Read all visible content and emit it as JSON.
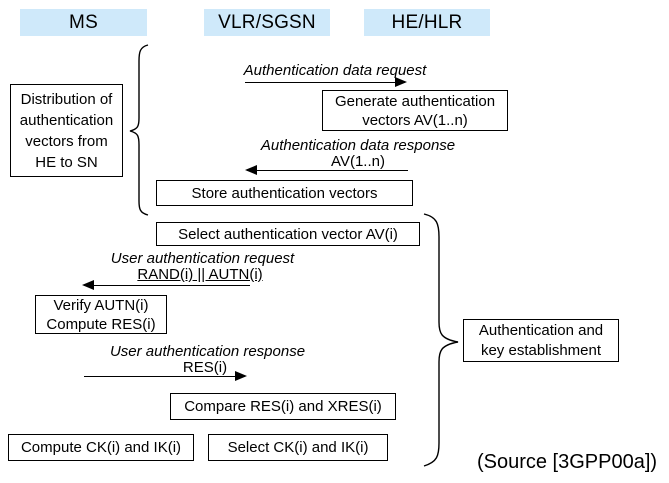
{
  "colors": {
    "lane_bg": "#cfe9fa",
    "stroke": "#000000",
    "background": "#ffffff"
  },
  "lanes": [
    {
      "label": "MS"
    },
    {
      "label": "VLR/SGSN"
    },
    {
      "label": "HE/HLR"
    }
  ],
  "messages": [
    {
      "title": "Authentication data request",
      "direction": "right"
    },
    {
      "title": "Authentication data response",
      "subtitle": "AV(1..n)",
      "direction": "left"
    },
    {
      "title": "User authentication request",
      "subtitle": "RAND(i) || AUTN(i)",
      "direction": "left"
    },
    {
      "title": "User authentication response",
      "subtitle": "RES(i)",
      "direction": "right"
    }
  ],
  "boxes": {
    "distribution": {
      "lines": [
        "Distribution of",
        "authentication",
        "vectors from",
        "HE to SN"
      ]
    },
    "generate": {
      "lines": [
        "Generate authentication",
        "vectors AV(1..n)"
      ]
    },
    "store": {
      "lines": [
        "Store authentication vectors"
      ]
    },
    "select_av": {
      "lines": [
        "Select authentication vector AV(i)"
      ]
    },
    "verify": {
      "lines": [
        "Verify AUTN(i)",
        "Compute RES(i)"
      ]
    },
    "compare": {
      "lines": [
        "Compare RES(i) and XRES(i)"
      ]
    },
    "compute_ck": {
      "lines": [
        "Compute CK(i) and IK(i)"
      ]
    },
    "select_ck": {
      "lines": [
        "Select CK(i) and IK(i)"
      ]
    },
    "auth_key": {
      "lines": [
        "Authentication and",
        "key establishment"
      ]
    }
  },
  "source": "(Source [3GPP00a])"
}
